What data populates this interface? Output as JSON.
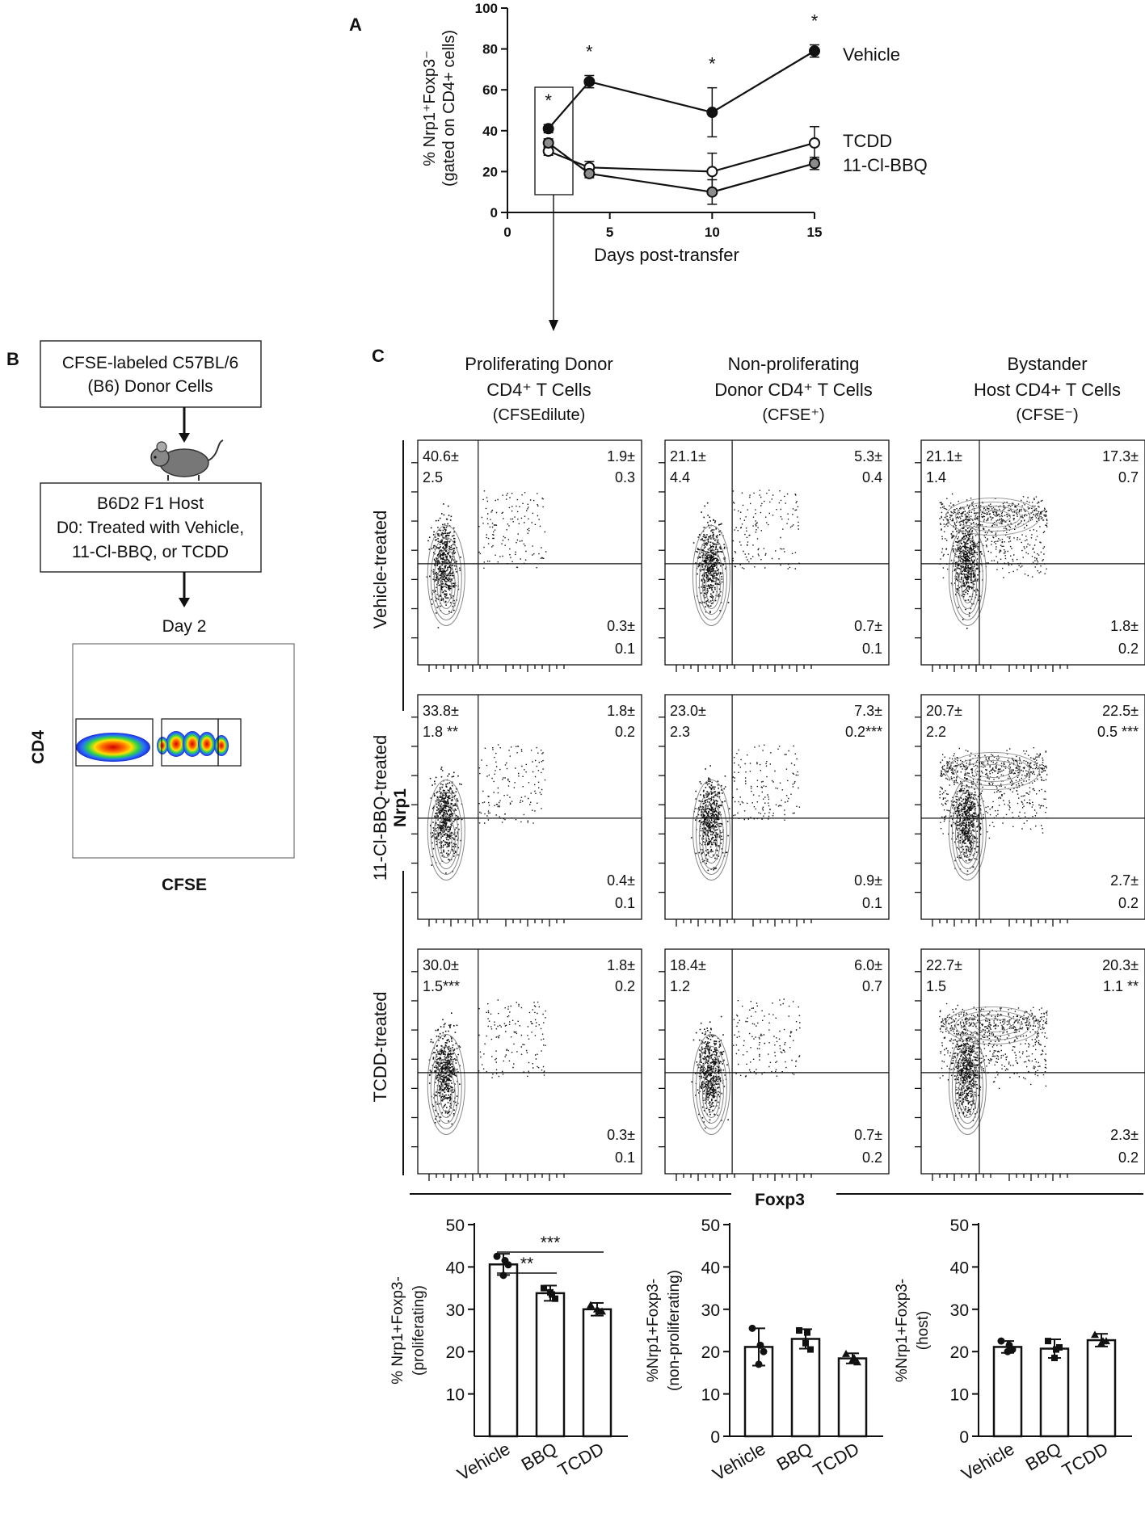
{
  "colors": {
    "vehicle": "#111111",
    "tcdd": "#ffffff",
    "bbq": "#8c8c8c",
    "axis": "#111111"
  },
  "panel_A": {
    "label": "A",
    "ylabel_line1": "% Nrp1⁺Foxp3⁻",
    "ylabel_line2": "(gated on CD4+ cells)",
    "xlabel": "Days post-transfer",
    "significance_mark": "*"
  },
  "panel_B": {
    "label": "B",
    "box1_line1": "CFSE-labeled C57BL/6",
    "box1_line2": "(B6) Donor Cells",
    "box2_line1": "B6D2 F1 Host",
    "box2_line2": "D0: Treated with Vehicle,",
    "box2_line3": "11-Cl-BBQ, or TCDD",
    "day_label": "Day 2",
    "y_axis": "CD4",
    "x_axis": "CFSE",
    "icon": "mouse-icon"
  },
  "panel_C": {
    "label": "C",
    "columns": [
      {
        "line1": "Proliferating Donor",
        "line2": "CD4⁺ T Cells",
        "line3": "(CFSEdilute)"
      },
      {
        "line1": "Non-proliferating",
        "line2": "Donor CD4⁺ T Cells",
        "line3": "(CFSE⁺)"
      },
      {
        "line1": "Bystander",
        "line2": "Host CD4+ T Cells",
        "line3": "(CFSE⁻)"
      }
    ],
    "rows": [
      "Vehicle-treated",
      "11-Cl-BBQ-treated",
      "TCDD-treated"
    ],
    "y_axis": "Nrp1",
    "x_axis": "Foxp3",
    "plots": [
      [
        {
          "ul": [
            "40.6±",
            "2.5"
          ],
          "ur": [
            "1.9±",
            "0.3"
          ],
          "lr": [
            "0.3±",
            "0.1"
          ]
        },
        {
          "ul": [
            "21.1±",
            "4.4"
          ],
          "ur": [
            "5.3±",
            "0.4"
          ],
          "lr": [
            "0.7±",
            "0.1"
          ]
        },
        {
          "ul": [
            "21.1±",
            "1.4"
          ],
          "ur": [
            "17.3±",
            "0.7"
          ],
          "lr": [
            "1.8±",
            "0.2"
          ]
        }
      ],
      [
        {
          "ul": [
            "33.8±",
            "1.8 **"
          ],
          "ur": [
            "1.8±",
            "0.2"
          ],
          "lr": [
            "0.4±",
            "0.1"
          ]
        },
        {
          "ul": [
            "23.0±",
            "2.3"
          ],
          "ur": [
            "7.3±",
            "0.2***"
          ],
          "lr": [
            "0.9±",
            "0.1"
          ]
        },
        {
          "ul": [
            "20.7±",
            "2.2"
          ],
          "ur": [
            "22.5±",
            "0.5 ***"
          ],
          "lr": [
            "2.7±",
            "0.2"
          ]
        }
      ],
      [
        {
          "ul": [
            "30.0±",
            "1.5***"
          ],
          "ur": [
            "1.8±",
            "0.2"
          ],
          "lr": [
            "0.3±",
            "0.1"
          ]
        },
        {
          "ul": [
            "18.4±",
            "1.2"
          ],
          "ur": [
            "6.0±",
            "0.7"
          ],
          "lr": [
            "0.7±",
            "0.2"
          ]
        },
        {
          "ul": [
            "22.7±",
            "1.5"
          ],
          "ur": [
            "20.3±",
            "1.1 **"
          ],
          "lr": [
            "2.3±",
            "0.2"
          ]
        }
      ]
    ]
  },
  "chart_data": [
    {
      "type": "line",
      "x": [
        2,
        4,
        10,
        15
      ],
      "xlim": [
        0,
        15
      ],
      "ylim": [
        0,
        100
      ],
      "xticks": [
        0,
        5,
        10,
        15
      ],
      "yticks": [
        0,
        20,
        40,
        60,
        80,
        100
      ],
      "xlabel": "Days post-transfer",
      "ylabel": "% Nrp1⁺Foxp3⁻ (gated on CD4+ cells)",
      "series": [
        {
          "name": "Vehicle",
          "values": [
            41,
            64,
            49,
            79
          ],
          "err": [
            2,
            3,
            12,
            3
          ],
          "marker": "filled"
        },
        {
          "name": "TCDD",
          "values": [
            30,
            22,
            20,
            34
          ],
          "err": [
            2,
            3,
            9,
            8
          ],
          "marker": "open"
        },
        {
          "name": "11-Cl-BBQ",
          "values": [
            34,
            19,
            10,
            24
          ],
          "err": [
            2,
            2,
            6,
            3
          ],
          "marker": "gray"
        }
      ],
      "significance": {
        "x": [
          2,
          4,
          10,
          15
        ],
        "label": "*"
      }
    },
    {
      "type": "bar",
      "categories": [
        "Vehicle",
        "BBQ",
        "TCDD"
      ],
      "values": [
        40.6,
        33.8,
        30.0
      ],
      "err": [
        2.5,
        1.8,
        1.5
      ],
      "points": [
        [
          42.5,
          38,
          40.5,
          41.5
        ],
        [
          35,
          34,
          32.5,
          33.5
        ],
        [
          31,
          30,
          29.5,
          29.5
        ]
      ],
      "ylabel": "% Nrp1+Foxp3- (proliferating)",
      "ylim": [
        0,
        50
      ],
      "yticks": [
        10,
        20,
        30,
        40,
        50
      ],
      "significance": [
        {
          "from": 0,
          "to": 1,
          "label": "**"
        },
        {
          "from": 0,
          "to": 2,
          "label": "***"
        }
      ]
    },
    {
      "type": "bar",
      "categories": [
        "Vehicle",
        "BBQ",
        "TCDD"
      ],
      "values": [
        21.1,
        23.0,
        18.4
      ],
      "err": [
        4.4,
        2.3,
        1.2
      ],
      "points": [
        [
          25.5,
          17,
          20,
          21.5
        ],
        [
          25,
          22,
          20.5,
          24.5
        ],
        [
          19.5,
          18,
          17.5,
          18.5
        ]
      ],
      "ylabel": "%Nrp1+Foxp3- (non-proliferating)",
      "ylim": [
        0,
        50
      ],
      "yticks": [
        0,
        10,
        20,
        30,
        40,
        50
      ]
    },
    {
      "type": "bar",
      "categories": [
        "Vehicle",
        "BBQ",
        "TCDD"
      ],
      "values": [
        21.1,
        20.7,
        22.7
      ],
      "err": [
        1.4,
        2.2,
        1.5
      ],
      "points": [
        [
          22.5,
          20,
          20.5,
          21.5
        ],
        [
          22.5,
          18.5,
          21,
          20.5
        ],
        [
          24,
          22,
          22.5,
          22.5
        ]
      ],
      "ylabel": "%Nrp1+Foxp3- (host)",
      "ylim": [
        0,
        50
      ],
      "yticks": [
        0,
        10,
        20,
        30,
        40,
        50
      ]
    }
  ]
}
